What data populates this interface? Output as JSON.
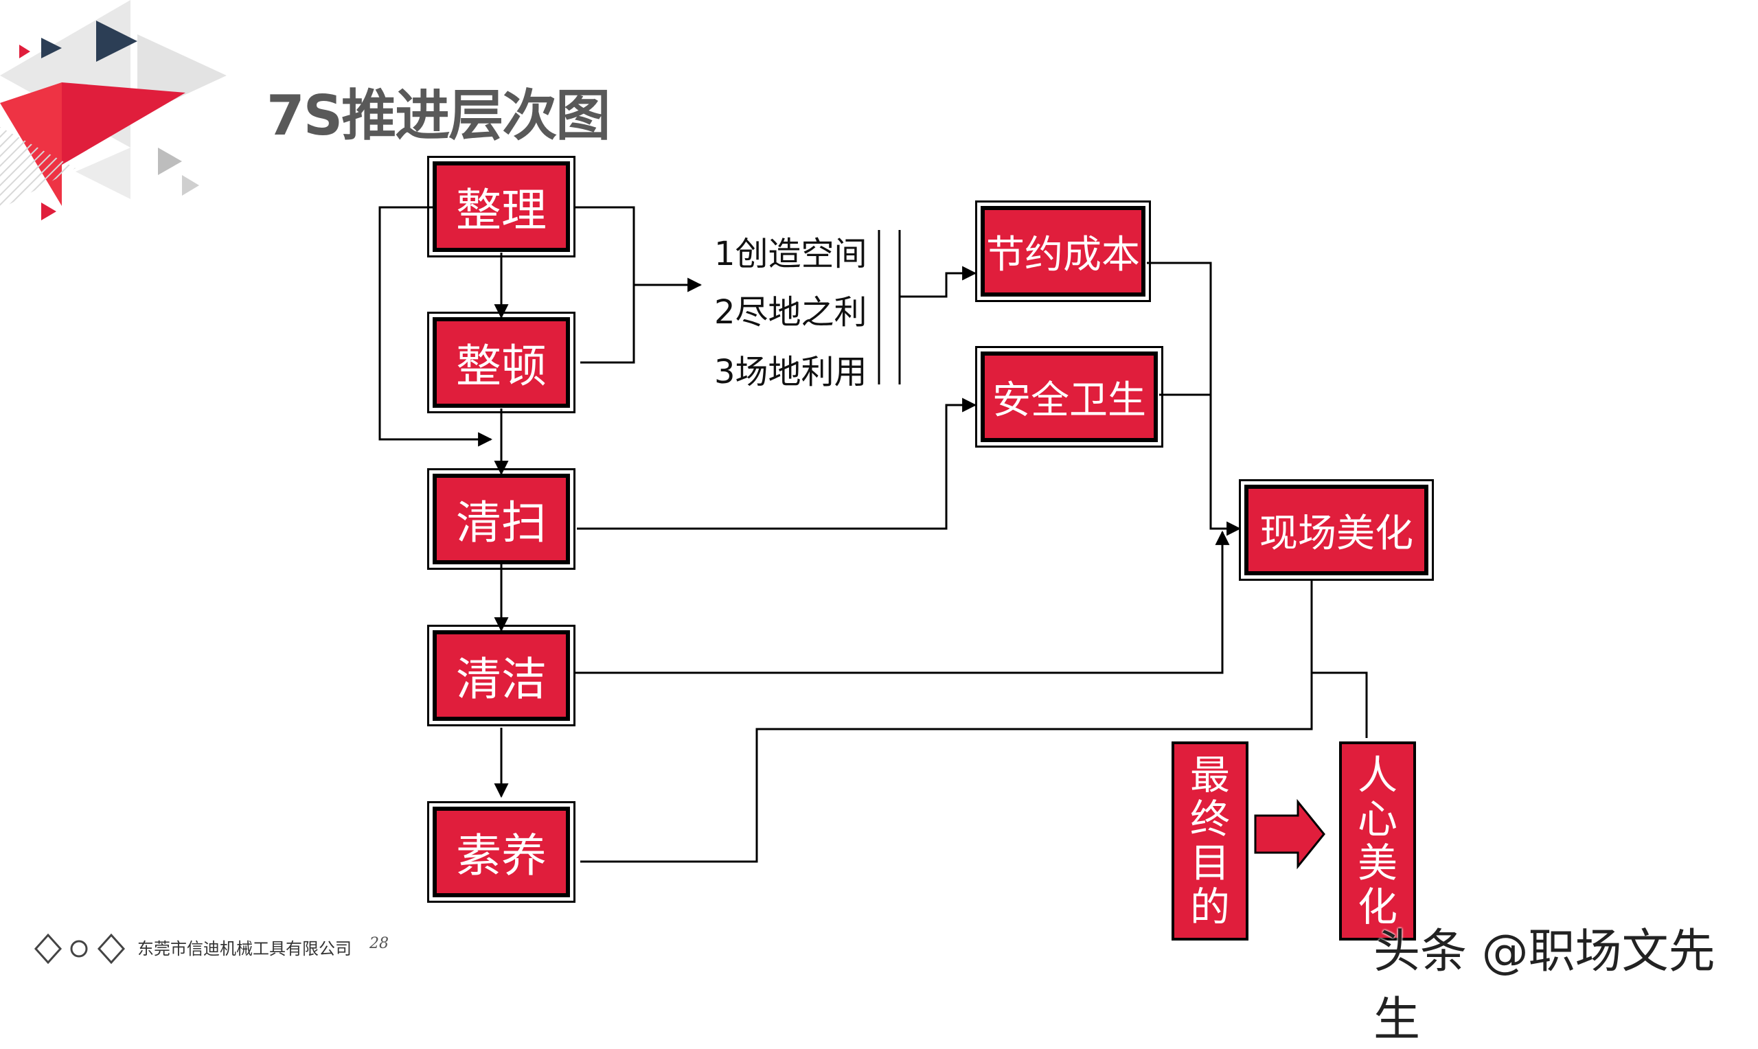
{
  "title": "7S推进层次图",
  "steps": [
    "整理",
    "整顿",
    "清扫",
    "清洁",
    "素养"
  ],
  "benefits": [
    "1创造空间",
    "2尽地之利",
    "3场地利用"
  ],
  "results": [
    "节约成本",
    "安全卫生"
  ],
  "beautify": "现场美化",
  "final_label": "最终目的",
  "final_goal": "人心美化",
  "footer": {
    "company": "东莞市信迪机械工具有限公司",
    "page": "28"
  },
  "watermark": "头条 @职场文先生",
  "colors": {
    "box_red": "#e01e3c",
    "accent_navy": "#2c3e55",
    "title_gray": "#595959"
  }
}
